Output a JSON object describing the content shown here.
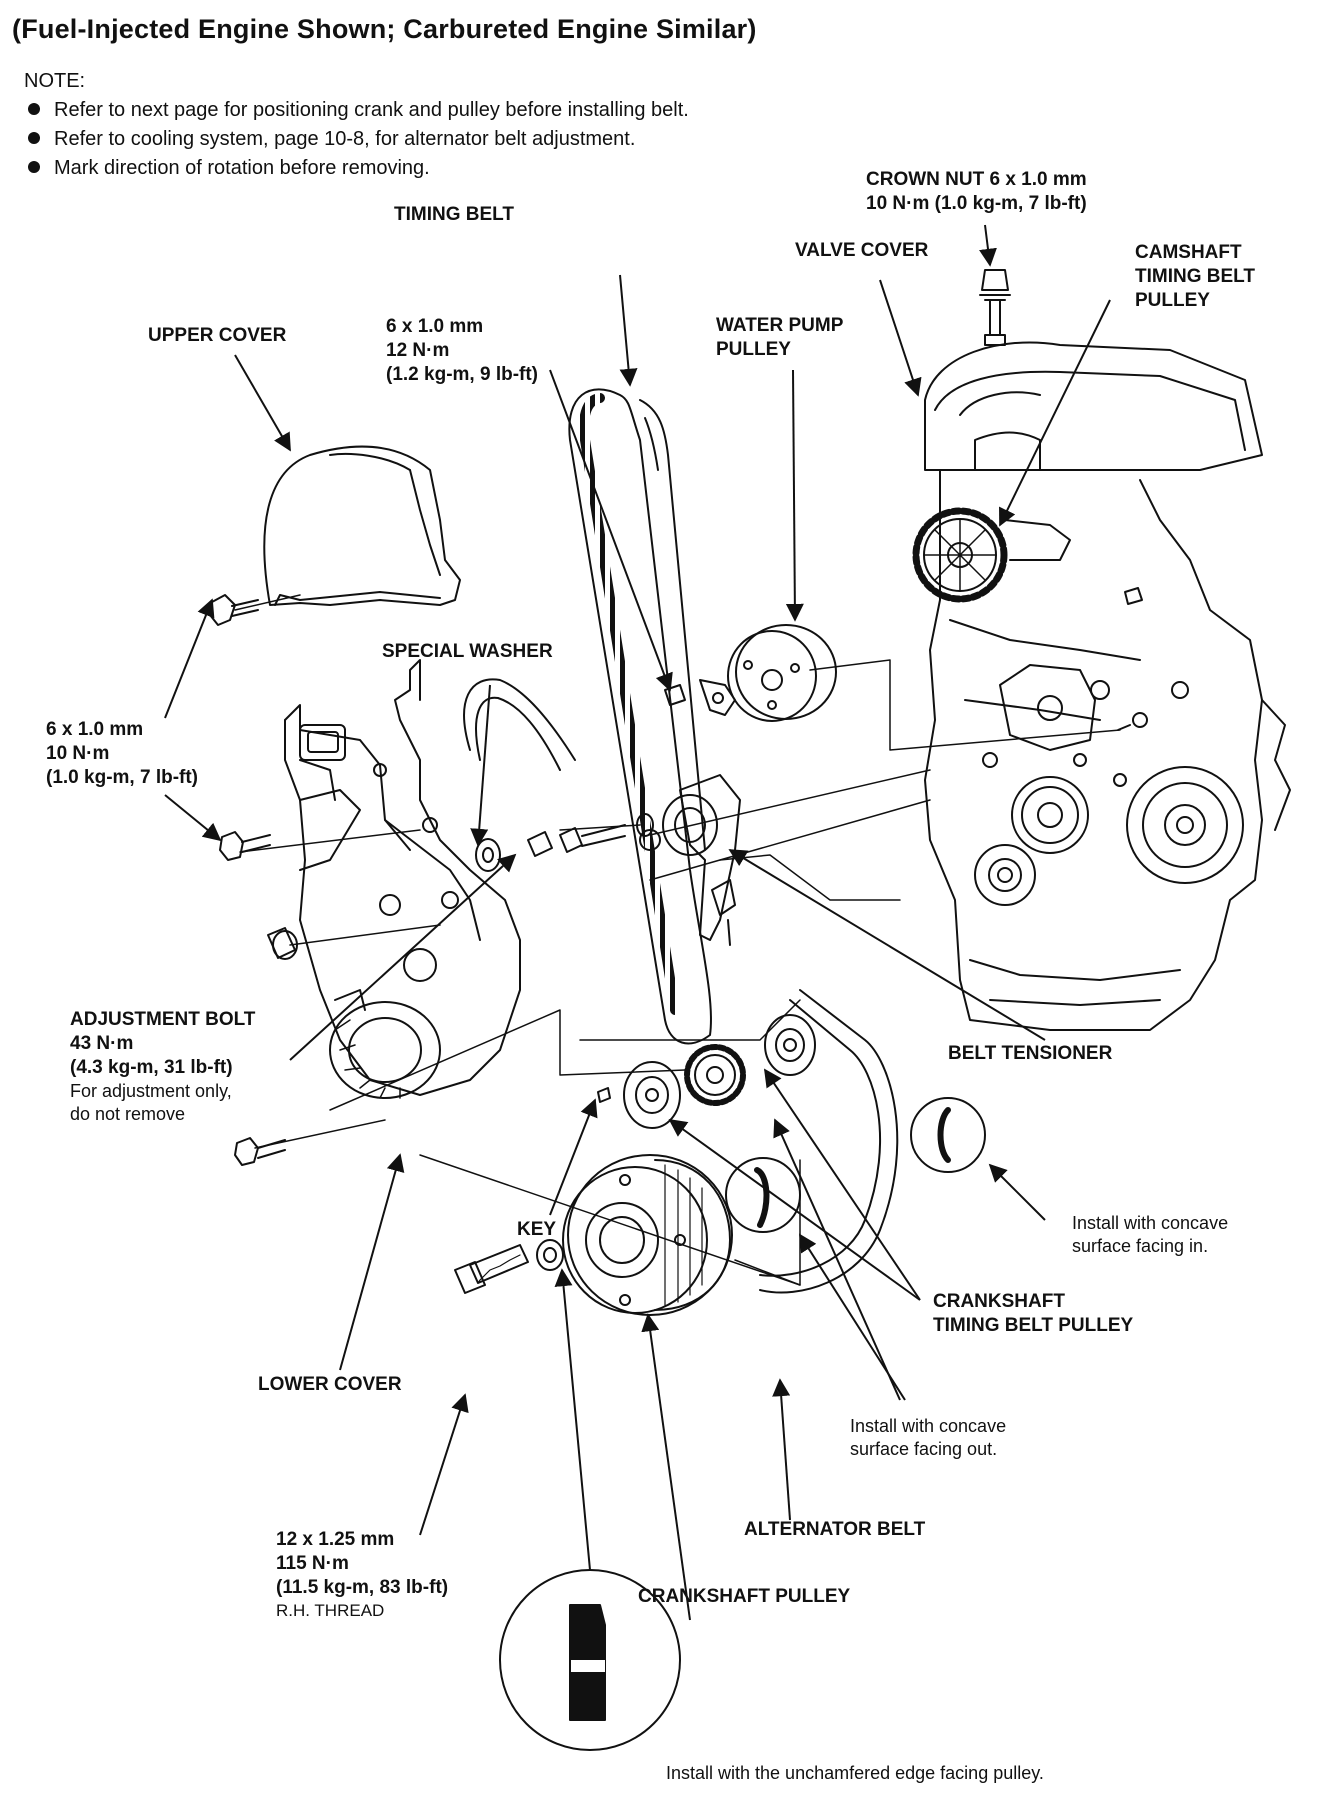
{
  "title": "(Fuel-Injected Engine Shown; Carbureted Engine Similar)",
  "note": {
    "heading": "NOTE:",
    "items": [
      "Refer to next page for positioning crank and pulley before installing belt.",
      "Refer to cooling system, page 10-8, for alternator belt adjustment.",
      "Mark direction of rotation before removing."
    ]
  },
  "callouts": {
    "crown_nut": {
      "l1": "CROWN NUT 6 x 1.0 mm",
      "l2": "10 N·m (1.0 kg-m, 7 lb-ft)"
    },
    "timing_belt": "TIMING BELT",
    "valve_cover": "VALVE COVER",
    "camshaft_pulley": {
      "l1": "CAMSHAFT",
      "l2": "TIMING BELT",
      "l3": "PULLEY"
    },
    "upper_cover": "UPPER COVER",
    "bolt_12nm": {
      "l1": "6 x 1.0 mm",
      "l2": "12 N·m",
      "l3": "(1.2 kg-m, 9 lb-ft)"
    },
    "water_pump_pulley": {
      "l1": "WATER PUMP",
      "l2": "PULLEY"
    },
    "special_washer": "SPECIAL WASHER",
    "bolt_10nm": {
      "l1": "6 x 1.0 mm",
      "l2": "10 N·m",
      "l3": "(1.0 kg-m, 7 lb-ft)"
    },
    "adjustment_bolt": {
      "l1": "ADJUSTMENT BOLT",
      "l2": "43 N·m",
      "l3": "(4.3 kg-m, 31 lb-ft)",
      "l4": "For adjustment only,",
      "l5": "do not remove"
    },
    "belt_tensioner": "BELT TENSIONER",
    "key": "KEY",
    "concave_in": {
      "l1": "Install with concave",
      "l2": "surface facing in."
    },
    "crankshaft_timing_pulley": {
      "l1": "CRANKSHAFT",
      "l2": "TIMING BELT PULLEY"
    },
    "lower_cover": "LOWER COVER",
    "concave_out": {
      "l1": "Install with concave",
      "l2": "surface facing out."
    },
    "crank_bolt": {
      "l1": "12 x 1.25 mm",
      "l2": "115 N·m",
      "l3": "(11.5 kg-m, 83 lb-ft)",
      "l4": "R.H. THREAD"
    },
    "alternator_belt": "ALTERNATOR BELT",
    "crankshaft_pulley": "CRANKSHAFT PULLEY",
    "unchamfered": "Install with the unchamfered edge facing pulley."
  }
}
